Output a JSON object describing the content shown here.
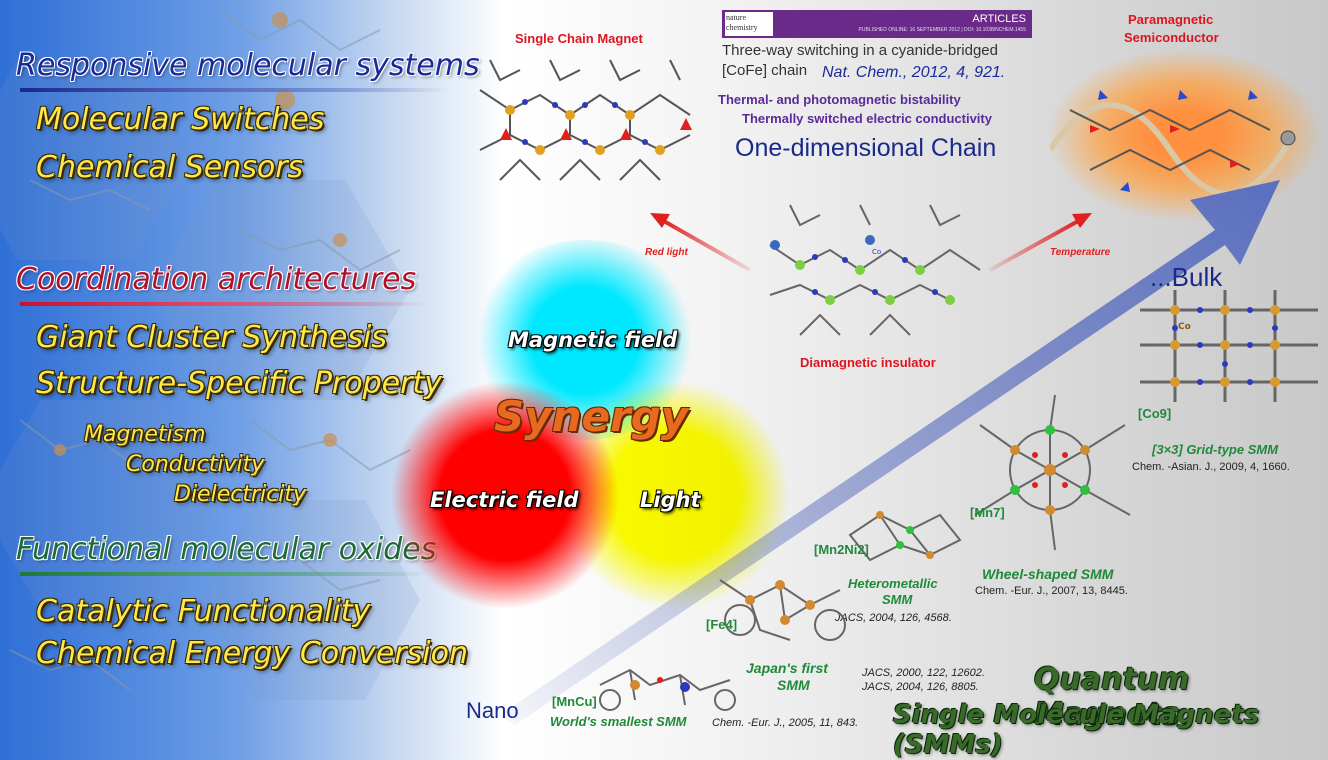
{
  "left": {
    "section1": {
      "title": "Responsive molecular systems",
      "items": [
        "Molecular Switches",
        "Chemical Sensors"
      ]
    },
    "section2": {
      "title": "Coordination architectures",
      "items": [
        "Giant Cluster Synthesis",
        "Structure-Specific Property"
      ],
      "subitems": [
        "Magnetism",
        "Conductivity",
        "Dielectricity"
      ]
    },
    "section3": {
      "title": "Functional molecular oxides",
      "items": [
        "Catalytic Functionality",
        "Chemical Energy Conversion"
      ]
    }
  },
  "synergy": {
    "title": "Synergy",
    "magnetic": "Magnetic field",
    "electric": "Electric field",
    "light": "Light"
  },
  "top": {
    "single_chain": "Single Chain Magnet",
    "journal_name": "nature chemistry",
    "articles": "ARTICLES",
    "published": "PUBLISHED ONLINE: 16 SEPTEMBER 2012 | DOI: 10.1038/NCHEM.1455",
    "paper_title_1": "Three-way switching in a cyanide-bridged",
    "paper_title_2": "[CoFe] chain",
    "citation": "Nat. Chem., 2012, 4, 921.",
    "bistability": "Thermal- and photomagnetic bistability",
    "conductivity": "Thermally switched electric conductivity",
    "one_d": "One-dimensional Chain",
    "paramag_1": "Paramagnetic",
    "paramag_2": "Semiconductor",
    "red_light": "Red light",
    "temperature": "Temperature",
    "diamag": "Diamagnetic insulator",
    "co": "Co"
  },
  "scale": {
    "bulk": "...Bulk",
    "nano": "Nano"
  },
  "smm": {
    "grid_tag": "[Co9]",
    "grid_title": "[3×3] Grid-type SMM",
    "grid_cite": "Chem. -Asian. J., 2009, 4, 1660.",
    "mn7_tag": "[Mn7]",
    "mn7_title": "Wheel-shaped SMM",
    "mn7_cite": "Chem. -Eur. J., 2007, 13, 8445.",
    "mnni_tag": "[Mn2Ni2]",
    "mnni_title_1": "Heterometallic",
    "mnni_title_2": "SMM",
    "mnni_cite": "JACS, 2004, 126, 4568.",
    "fe4_tag": "[Fe4]",
    "fe4_title_1": "Japan's first",
    "fe4_title_2": "SMM",
    "fe4_cite_1": "JACS, 2000, 122, 12602.",
    "fe4_cite_2": "JACS, 2004, 126, 8805.",
    "mncu_tag": "[MnCu]",
    "mncu_title": "World's smallest SMM",
    "mncu_cite": "Chem. -Eur. J., 2005, 11, 843."
  },
  "footer": {
    "quantum": "Quantum Magnets",
    "smm": "Single Molecule Magnets (SMMs)"
  },
  "colors": {
    "red_underline": "#c8102e",
    "green_underline": "#1e7a3a",
    "arrow": "#5a6fc0",
    "navy": "#1a2a8a",
    "purple": "#5a2a9a"
  }
}
